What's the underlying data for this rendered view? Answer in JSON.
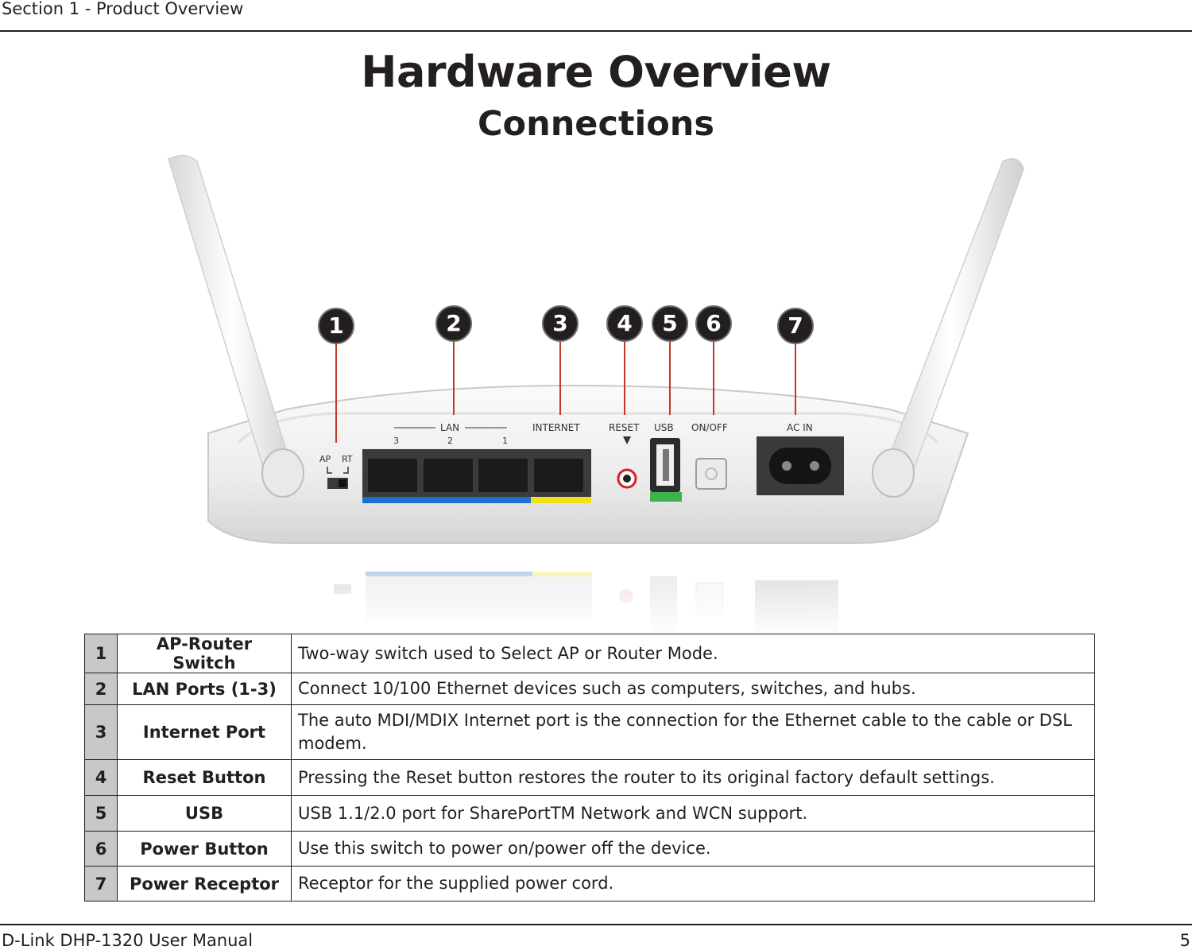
{
  "header": {
    "section": "Section 1 - Product Overview"
  },
  "title": "Hardware Overview",
  "subtitle": "Connections",
  "figure": {
    "callouts": [
      "1",
      "2",
      "3",
      "4",
      "5",
      "6",
      "7"
    ],
    "panel_labels": {
      "ap": "AP",
      "rt": "RT",
      "lan": "LAN",
      "lan_3": "3",
      "lan_2": "2",
      "lan_1": "1",
      "internet": "INTERNET",
      "reset": "RESET",
      "usb": "USB",
      "on_off": "ON/OFF",
      "ac_in": "AC IN"
    },
    "colors": {
      "lan_strip": "#1f6fd1",
      "internet_strip": "#f2e01b",
      "usb_strip": "#3bb34a",
      "leader": "#c0392b"
    }
  },
  "table": {
    "rows": [
      {
        "num": "1",
        "name": "AP-Router Switch",
        "desc": "Two-way switch used to Select AP or Router Mode."
      },
      {
        "num": "2",
        "name": "LAN Ports (1-3)",
        "desc": "Connect 10/100 Ethernet devices such as computers, switches, and hubs."
      },
      {
        "num": "3",
        "name": "Internet Port",
        "desc": "The auto MDI/MDIX Internet port is the connection for the Ethernet cable to the cable or DSL modem."
      },
      {
        "num": "4",
        "name": "Reset Button",
        "desc": "Pressing the Reset button restores the router to its original factory default settings."
      },
      {
        "num": "5",
        "name": "USB",
        "desc": "USB 1.1/2.0 port for SharePortTM Network and WCN support."
      },
      {
        "num": "6",
        "name": "Power Button",
        "desc": "Use this switch to power on/power off the device."
      },
      {
        "num": "7",
        "name": "Power Receptor",
        "desc": "Receptor for the supplied power cord."
      }
    ]
  },
  "footer": {
    "manual": "D-Link DHP-1320 User Manual",
    "page": "5"
  }
}
